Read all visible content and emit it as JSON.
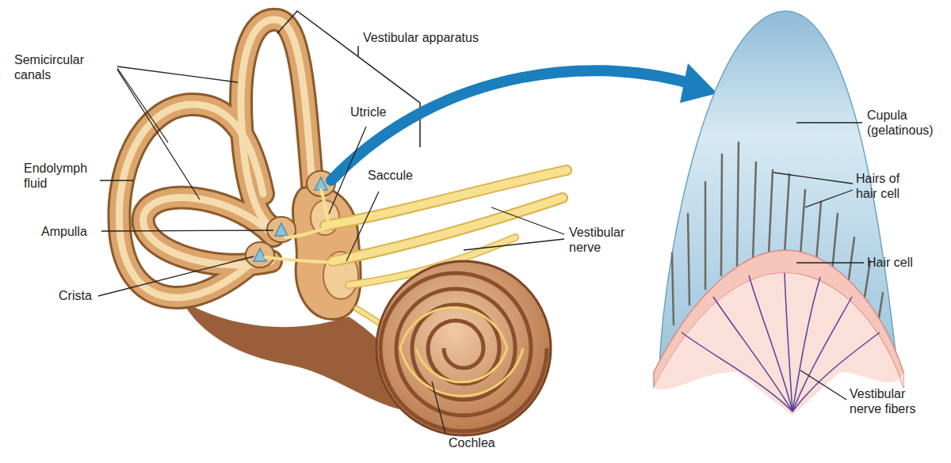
{
  "diagram": {
    "labels": [
      "Vestibular apparatus",
      "Semicircular canals",
      "Utricle",
      "Endolymph fluid",
      "Saccule",
      "Ampulla",
      "Vestibular nerve",
      "Crista",
      "Cochlea",
      "Cupula (gelatinous)",
      "Hairs of hair cell",
      "Hair cell",
      "Vestibular nerve fibers"
    ]
  }
}
